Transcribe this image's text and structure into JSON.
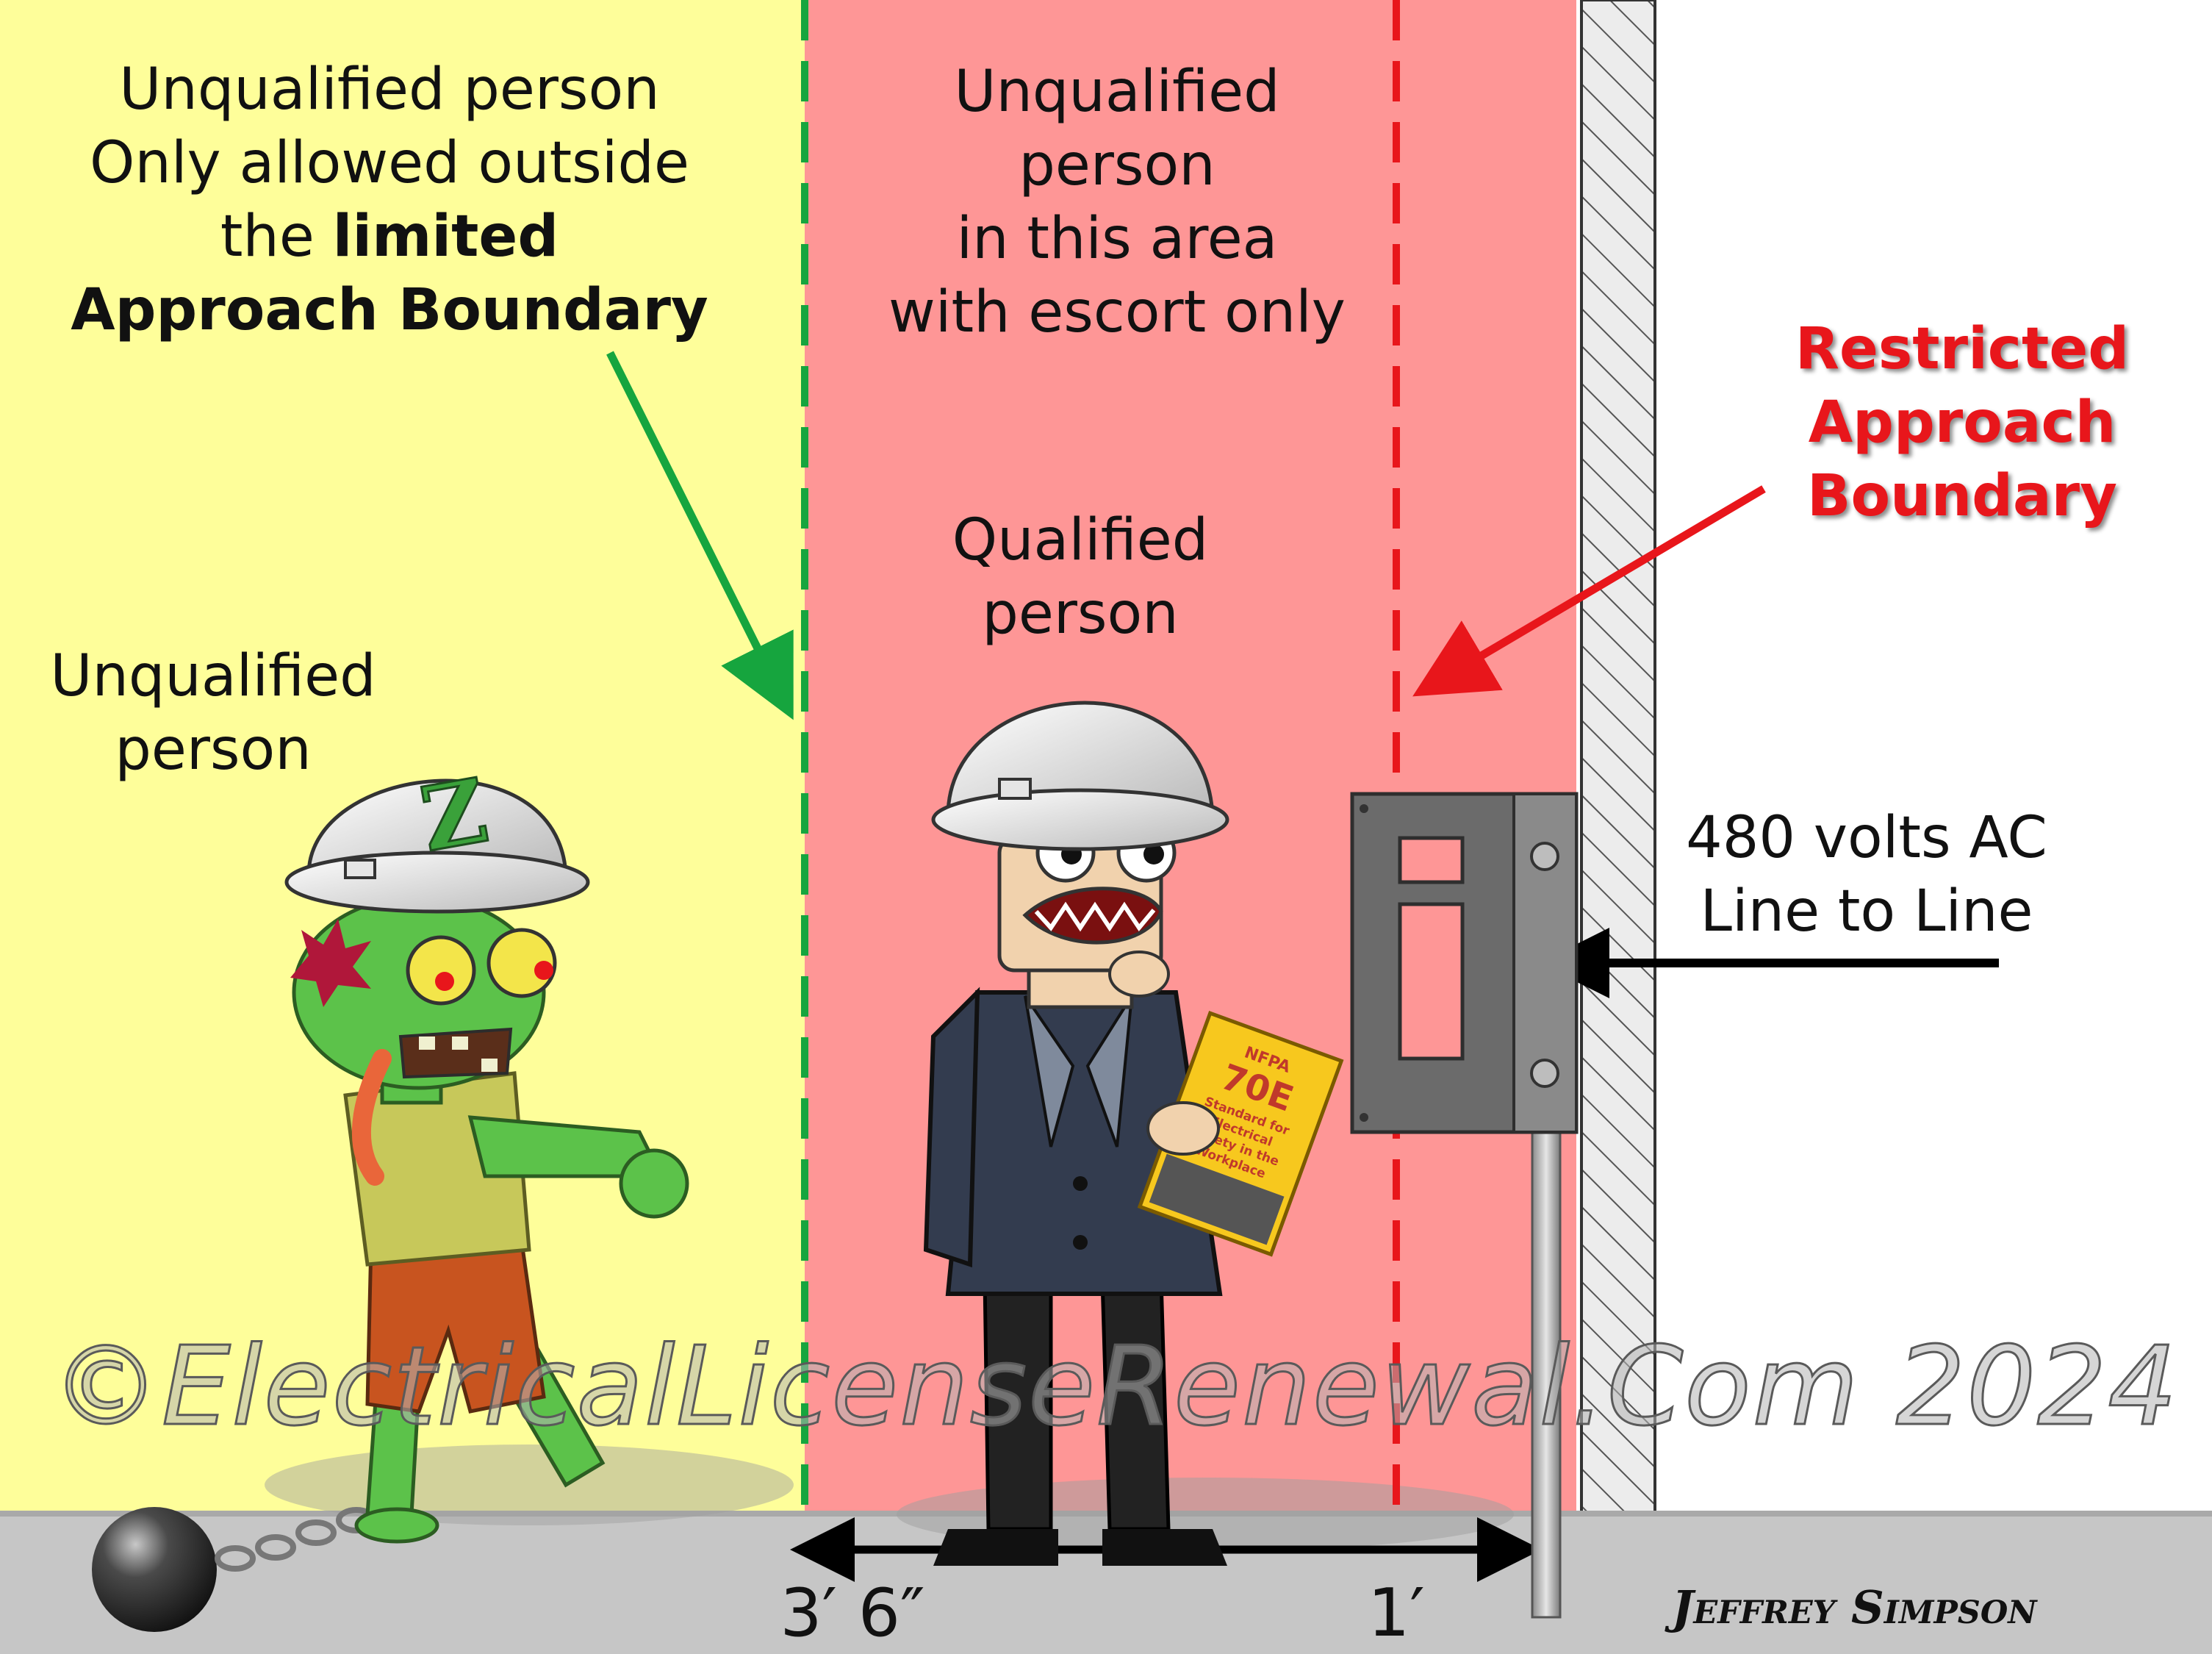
{
  "zones": {
    "outside_label": [
      "Unqualified person",
      "Only allowed outside",
      "the"
    ],
    "outside_label_bold_inline": "limited",
    "outside_label_bold_line": "Approach Boundary",
    "escort_label": [
      "Unqualified",
      "person",
      "in this area",
      "with escort only"
    ],
    "qualified_label": [
      "Qualified",
      "person"
    ],
    "unqualified_label": [
      "Unqualified",
      "person"
    ]
  },
  "boundaries": {
    "restricted_label": [
      "Restricted",
      "Approach",
      "Boundary"
    ]
  },
  "equipment": {
    "voltage_label": [
      "480 volts AC",
      "Line to Line"
    ]
  },
  "book": {
    "publisher": "NFPA",
    "code": "70E",
    "title": [
      "Standard for",
      "Electrical",
      "Safety in the",
      "Workplace"
    ]
  },
  "helmet_letter": "Z",
  "dimensions": {
    "limited": "3′ 6″",
    "restricted": "1′"
  },
  "watermark": "©ElectricalLicenseRenewal.Com 2024",
  "signature": "Jeffrey Simpson",
  "colors": {
    "yellow_zone": "#fefe9a",
    "red_zone": "#fe9696",
    "limited_boundary": "#16a53e",
    "restricted_boundary": "#e8161b",
    "restricted_text": "#e8161b",
    "floor": "#c8c8c8",
    "wall_hatch": "#555555"
  }
}
